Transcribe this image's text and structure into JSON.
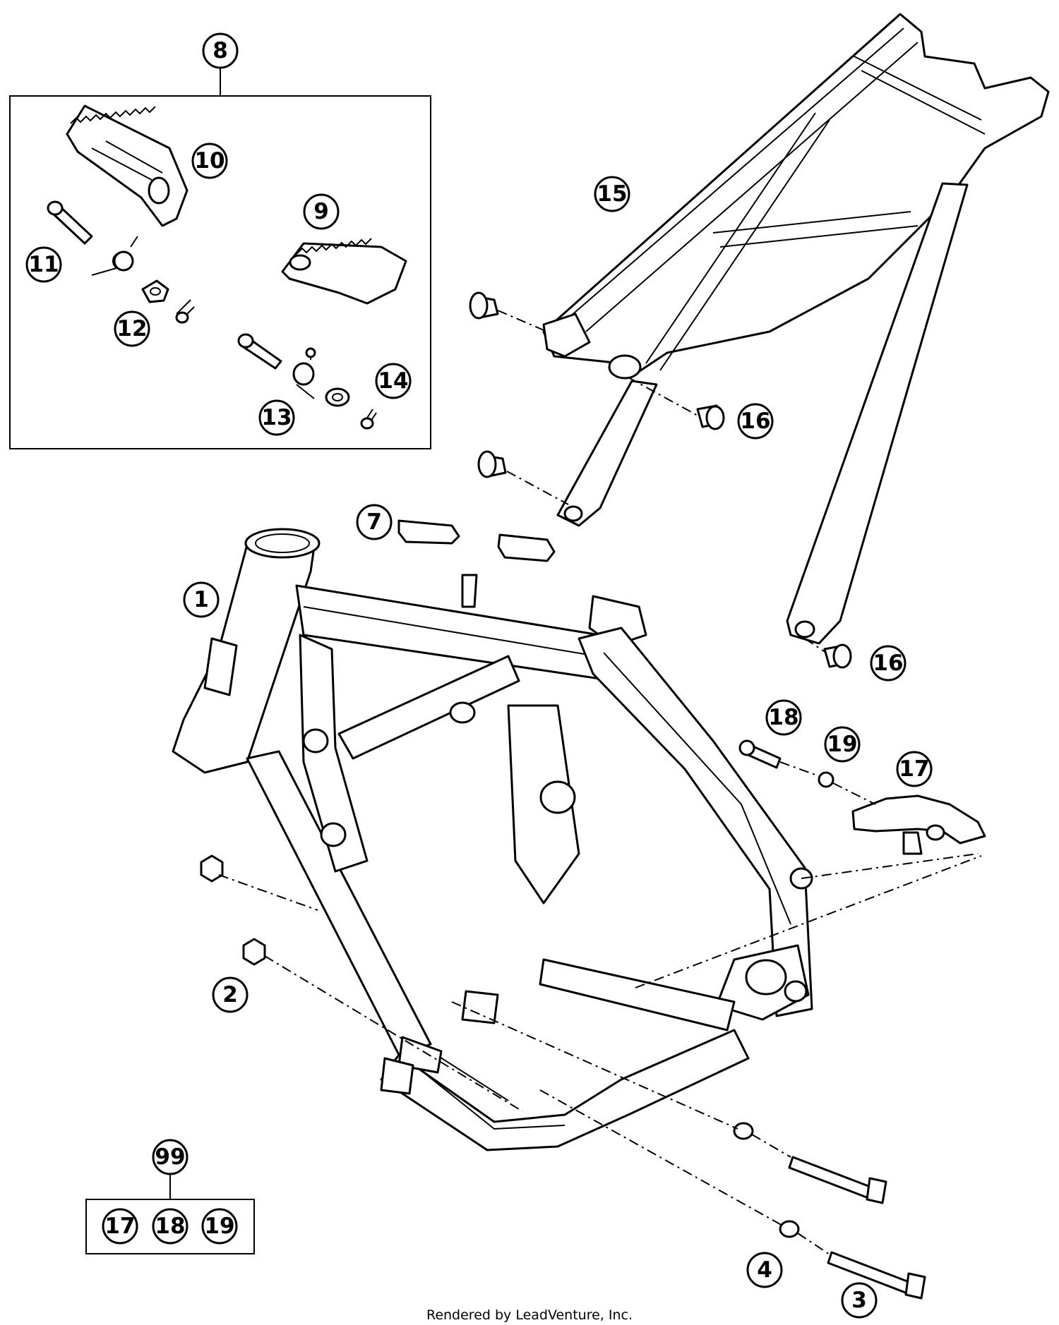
{
  "callouts": {
    "c1": "1",
    "c2": "2",
    "c3": "3",
    "c4": "4",
    "c7": "7",
    "c8": "8",
    "c9": "9",
    "c10": "10",
    "c11": "11",
    "c12": "12",
    "c13": "13",
    "c14": "14",
    "c15": "15",
    "c16a": "16",
    "c16b": "16",
    "c17": "17",
    "c18": "18",
    "c19": "19",
    "c99": "99",
    "kit17": "17",
    "kit18": "18",
    "kit19": "19"
  },
  "footer": {
    "credit": "Rendered by LeadVenture, Inc."
  }
}
